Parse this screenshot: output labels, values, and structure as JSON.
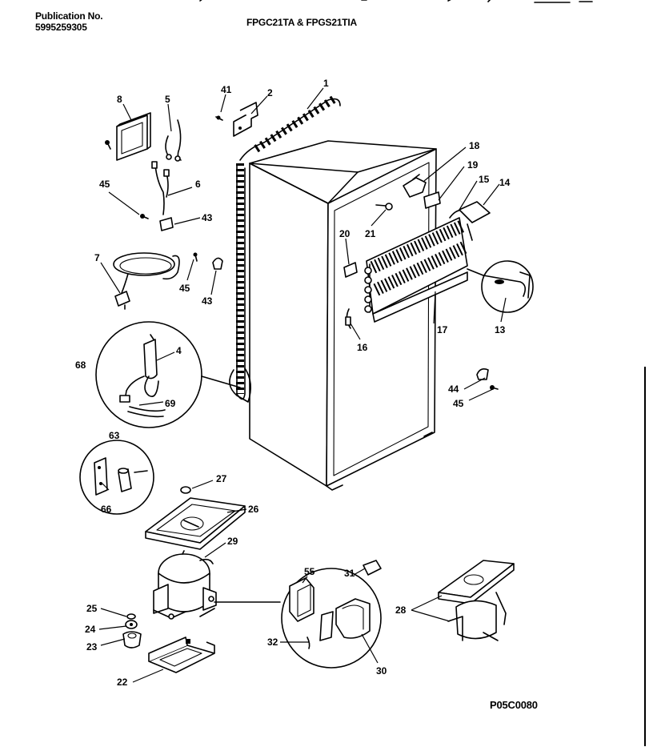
{
  "header": {
    "publication_label": "Publication No.",
    "publication_number": "5995259305",
    "models": "FPGC21TA & FPGS21TIA"
  },
  "footer": {
    "diagram_code": "P05C0080"
  },
  "callouts": {
    "c1": "1",
    "c2": "2",
    "c41": "41",
    "c8": "8",
    "c5": "5",
    "c6": "6",
    "c45a": "45",
    "c43a": "43",
    "c7": "7",
    "c45b": "45",
    "c43b": "43",
    "c18": "18",
    "c19": "19",
    "c15": "15",
    "c14": "14",
    "c21": "21",
    "c20": "20",
    "c13": "13",
    "c17": "17",
    "c16": "16",
    "c68": "68",
    "c4": "4",
    "c69": "69",
    "c44": "44",
    "c45c": "45",
    "c63": "63",
    "c66": "66",
    "c27": "27",
    "c26": "26",
    "c29": "29",
    "c25": "25",
    "c24": "24",
    "c23": "23",
    "c22": "22",
    "c55": "55",
    "c31": "31",
    "c32": "32",
    "c30": "30",
    "c28": "28"
  }
}
